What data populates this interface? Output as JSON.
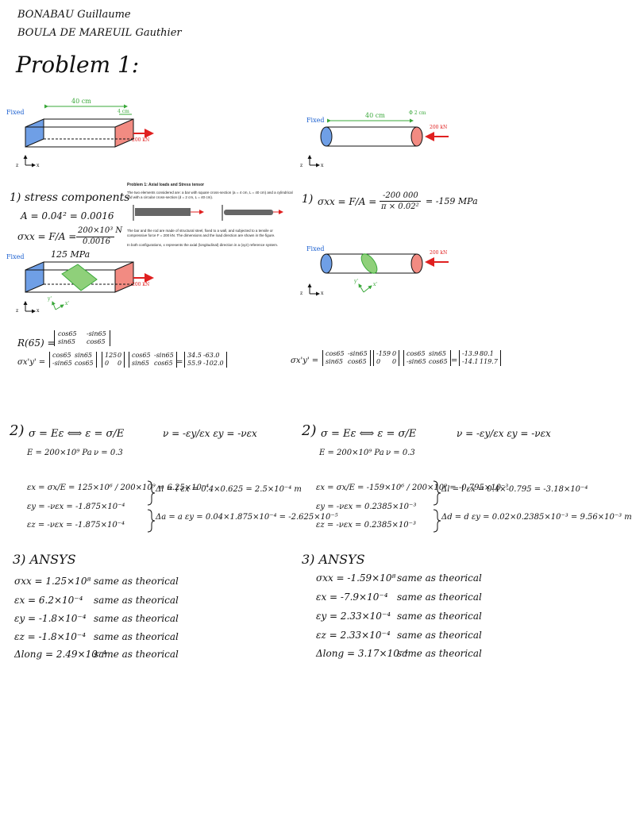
{
  "header": {
    "name1": "BONABAU Guillaume",
    "name2": "BOULA DE MAREUIL  Gauthier"
  },
  "title": "Problem 1:",
  "figure_labels": {
    "fixed": "Fixed",
    "force": "200 kN",
    "length": "40 cm",
    "side": "4 cm",
    "diameter": "Φ 2 cm",
    "axis_x": "x",
    "axis_z": "z",
    "axis_y": "y",
    "rot_xp": "x'",
    "rot_yp": "y'"
  },
  "excerpt": {
    "title": "Problem 1: Axial loads and Stress tensor",
    "para1": "The two elements considered are: a bar with square cross-section (a = 4 cm, L = 40 cm) and a cylindrical rod with a circular cross-section (d = 2 cm, L = 40 cm).",
    "para2": "The bar and the rod are made of structural steel, fixed to a wall, and subjected to a tensile or compressive force F = 200 kN. The dimensions and the load direction are shown in the figure.",
    "para3": "In both configurations, x represents the axial (longitudinal) direction in a (xyz) reference system."
  },
  "left": {
    "s1_heading": "1)  stress components",
    "area": "A = 0.04² = 0.0016",
    "sigma_lhs": "σxx = F/A =",
    "sigma_frac_num": "200×10³ N",
    "sigma_frac_den": "0.0016",
    "sigma_result": "125 MPa",
    "R_lhs": "R(65) =",
    "R_m": [
      "cos65",
      "-sin65",
      "sin65",
      "cos65"
    ],
    "t_lhs": "σx'y' =",
    "t_m1": [
      "cos65",
      "sin65",
      "-sin65",
      "cos65"
    ],
    "t_m2": [
      "125",
      "0",
      "0",
      "0"
    ],
    "t_m3": [
      "cos65",
      "-sin65",
      "sin65",
      "cos65"
    ],
    "t_res": [
      "34.5",
      "-63.0",
      "55.9",
      "-102.0"
    ],
    "s2_heading": "2)",
    "hooke": "σ = Eε   ⟺   ε = σ/E",
    "poisson": "ν = -εy/εx     εy = -νεx",
    "E_val": "E = 200×10⁹ Pa",
    "nu_val": "ν = 0.3",
    "ex": "εx = σx/E = 125×10⁶ / 200×10⁹ = 6.25×10⁻⁴",
    "ey": "εy = -νεx = -1.875×10⁻⁴",
    "ez": "εz = -νεx = -1.875×10⁻⁴",
    "dl": "Δl = l εx = 0.4×0.625 = 2.5×10⁻⁴ m",
    "da": "Δa = a εy = 0.04×1.875×10⁻⁴ = -2.625×10⁻⁵",
    "s3_heading": "3) ANSYS",
    "ansys": [
      {
        "sym": "σxx = 1.25×10⁸",
        "note": "same as theorical"
      },
      {
        "sym": "εx = 6.2×10⁻⁴",
        "note": "same as theorical"
      },
      {
        "sym": "εy = -1.8×10⁻⁴",
        "note": "same as theorical"
      },
      {
        "sym": "εz = -1.8×10⁻⁴",
        "note": "same as theorical"
      },
      {
        "sym": "Δlong = 2.49×10⁻⁴",
        "note": "same as theorical"
      }
    ]
  },
  "right": {
    "s1_heading": "1)",
    "sigma_lhs": "σxx = F/A =",
    "sigma_frac_num": "-200 000",
    "sigma_frac_den": "π × 0.02²",
    "sigma_result": "= -159 MPa",
    "t_lhs": "σx'y' =",
    "t_m1": [
      "cos65",
      "-sin65",
      "sin65",
      "cos65"
    ],
    "t_m2": [
      "-159",
      "0",
      "0",
      "0"
    ],
    "t_m3": [
      "cos65",
      "sin65",
      "-sin65",
      "cos65"
    ],
    "t_res": [
      "-13.9",
      "80.1",
      "-14.1",
      "119.7"
    ],
    "s2_heading": "2)",
    "hooke": "σ = Eε   ⟺   ε = σ/E",
    "poisson": "ν = -εy/εx     εy = -νεx",
    "E_val": "E = 200×10⁹ Pa",
    "nu_val": "ν = 0.3",
    "ex": "εx = σx/E = -159×10⁶ / 200×10⁹ = -0.795×10⁻³",
    "ey": "εy = -νεx = 0.2385×10⁻³",
    "ez": "εz = -νεx = 0.2385×10⁻³",
    "dl": "Δl = l εx = 0.4×-0.795 = -3.18×10⁻⁴",
    "dd": "Δd = d εy = 0.02×0.2385×10⁻³ = 9.56×10⁻³ m",
    "s3_heading": "3) ANSYS",
    "ansys": [
      {
        "sym": "σxx = -1.59×10⁸",
        "note": "same as theorical"
      },
      {
        "sym": "εx = -7.9×10⁻⁴",
        "note": "same as theorical"
      },
      {
        "sym": "εy = 2.33×10⁻⁴",
        "note": "same as theorical"
      },
      {
        "sym": "εz = 2.33×10⁻⁴",
        "note": "same as theorical"
      },
      {
        "sym": "Δlong = 3.17×10⁻⁴",
        "note": "same as theorical"
      }
    ]
  },
  "colors": {
    "blue": "#6f9fe6",
    "red": "#f28b82",
    "green": "#8fd07a",
    "arrow_red": "#e02020",
    "dim_green": "#3aa83a",
    "label_blue": "#1a5fd0"
  }
}
